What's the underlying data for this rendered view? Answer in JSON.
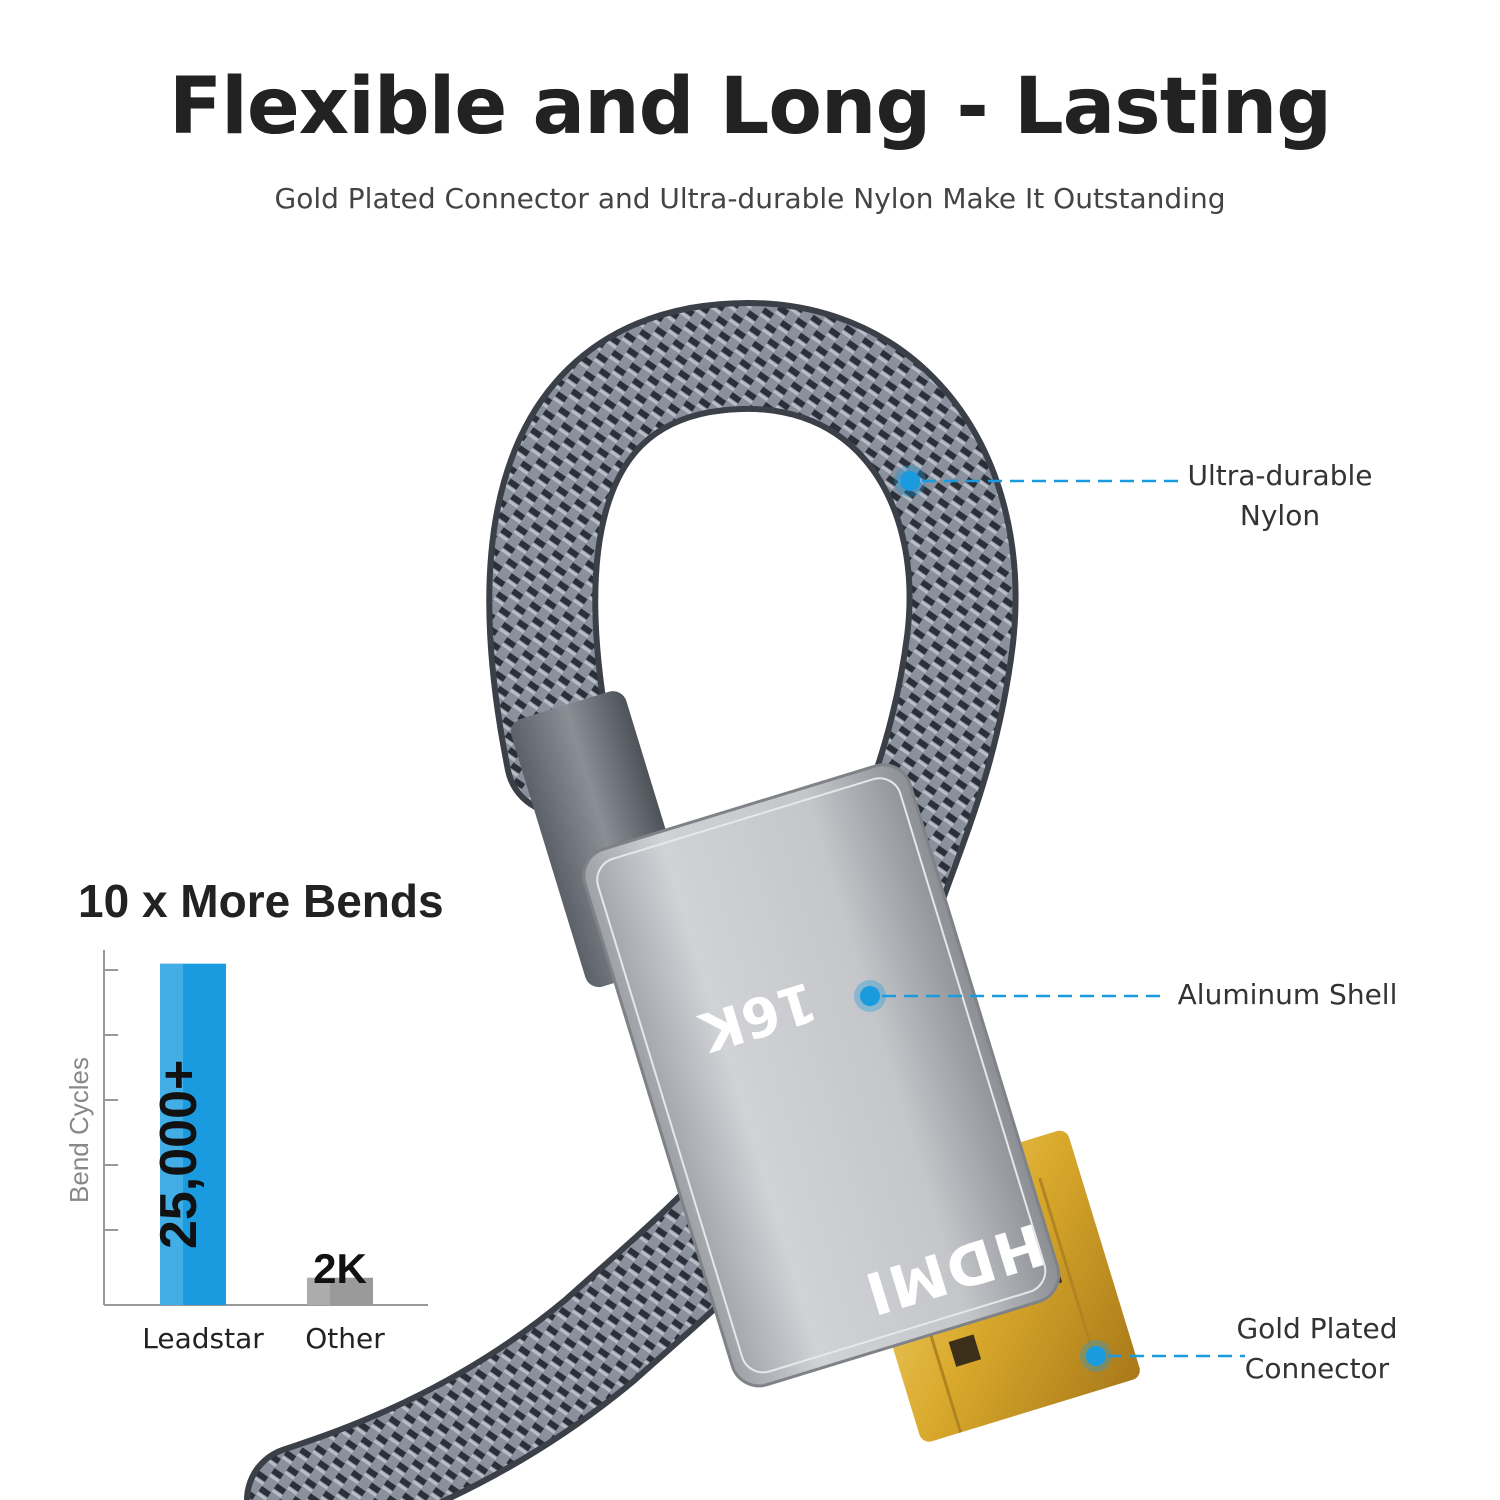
{
  "header": {
    "title": "Flexible and Long - Lasting",
    "subtitle": "Gold Plated Connector and Ultra-durable Nylon Make It Outstanding"
  },
  "product": {
    "connector_top_text": "16K",
    "connector_logo_text": "HDMI",
    "callouts": [
      {
        "line1": "Ultra-durable",
        "line2": "Nylon"
      },
      {
        "line1": "Aluminum Shell",
        "line2": ""
      },
      {
        "line1": "Gold Plated",
        "line2": "Connector"
      }
    ]
  },
  "colors": {
    "accent_blue": "#1a9be0",
    "bar_blue": "#1a9be0",
    "bar_gray": "#9a9a9a",
    "shell_gray": "#c7c9cd",
    "gold": "#d9b23a"
  },
  "chart_data": {
    "type": "bar",
    "title": "10 x More Bends",
    "ylabel": "Bend Cycles",
    "xlabel": "",
    "categories": [
      "Leadstar",
      "Other"
    ],
    "values": [
      25000,
      2000
    ],
    "data_labels": [
      "25,000+",
      "2K"
    ],
    "ylim": [
      0,
      26000
    ],
    "grid": false
  }
}
